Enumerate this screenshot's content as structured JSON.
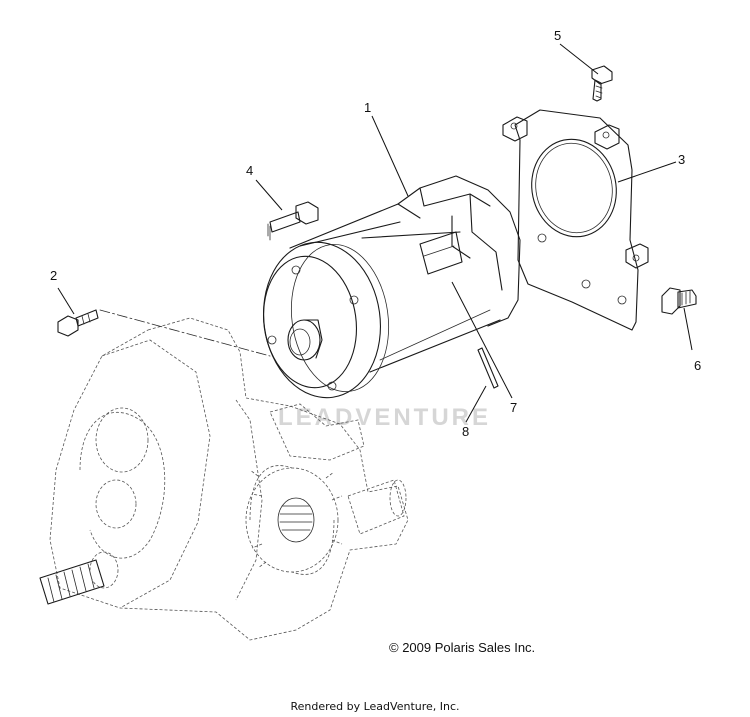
{
  "callouts": [
    {
      "id": "1",
      "label": "1"
    },
    {
      "id": "2",
      "label": "2"
    },
    {
      "id": "3",
      "label": "3"
    },
    {
      "id": "4",
      "label": "4"
    },
    {
      "id": "5",
      "label": "5"
    },
    {
      "id": "6",
      "label": "6"
    },
    {
      "id": "7",
      "label": "7"
    },
    {
      "id": "8",
      "label": "8"
    }
  ],
  "watermark": "LEADVENTURE",
  "copyright": "© 2009 Polaris Sales Inc.",
  "credit": "Rendered by LeadVenture, Inc."
}
